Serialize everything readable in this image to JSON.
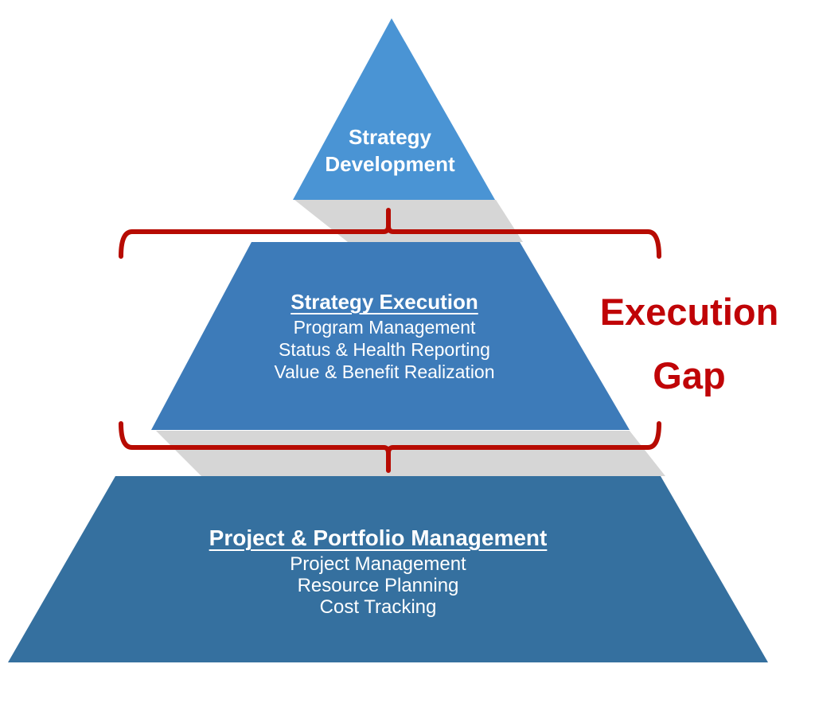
{
  "colors": {
    "tier1_fill": "#4A94D4",
    "tier2_fill": "#3D7BB9",
    "tier3_fill": "#35709F",
    "shadow_fill": "#D6D6D6",
    "brace_stroke": "#B70B02",
    "annotation_text": "#C00407",
    "tier_text": "#FFFFFF"
  },
  "tiers": [
    {
      "heading": "Strategy\nDevelopment",
      "items": []
    },
    {
      "heading": "Strategy Execution",
      "items": [
        "Program Management",
        "Status & Health Reporting",
        "Value & Benefit Realization"
      ]
    },
    {
      "heading": "Project & Portfolio Management",
      "items": [
        "Project Management",
        "Resource Planning",
        "Cost Tracking"
      ]
    }
  ],
  "annotation": {
    "lines": [
      "Execution",
      "Gap"
    ]
  }
}
